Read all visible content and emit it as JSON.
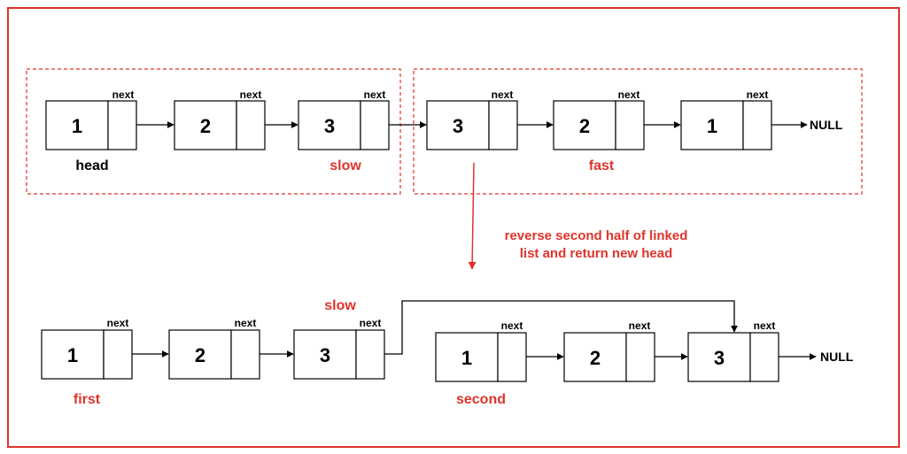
{
  "colors": {
    "accent": "#e0332b",
    "ink": "#000000"
  },
  "next_label": "next",
  "null_label": "NULL",
  "top_list": {
    "nodes": [
      "1",
      "2",
      "3",
      "3",
      "2",
      "1"
    ],
    "labels": {
      "head": "head",
      "slow": "slow",
      "fast": "fast"
    }
  },
  "caption": {
    "line1": "reverse second half of linked",
    "line2": "list and return new head"
  },
  "bottom_list": {
    "first_nodes": [
      "1",
      "2",
      "3"
    ],
    "second_nodes": [
      "1",
      "2",
      "3"
    ],
    "labels": {
      "slow": "slow",
      "first": "first",
      "second": "second"
    }
  }
}
